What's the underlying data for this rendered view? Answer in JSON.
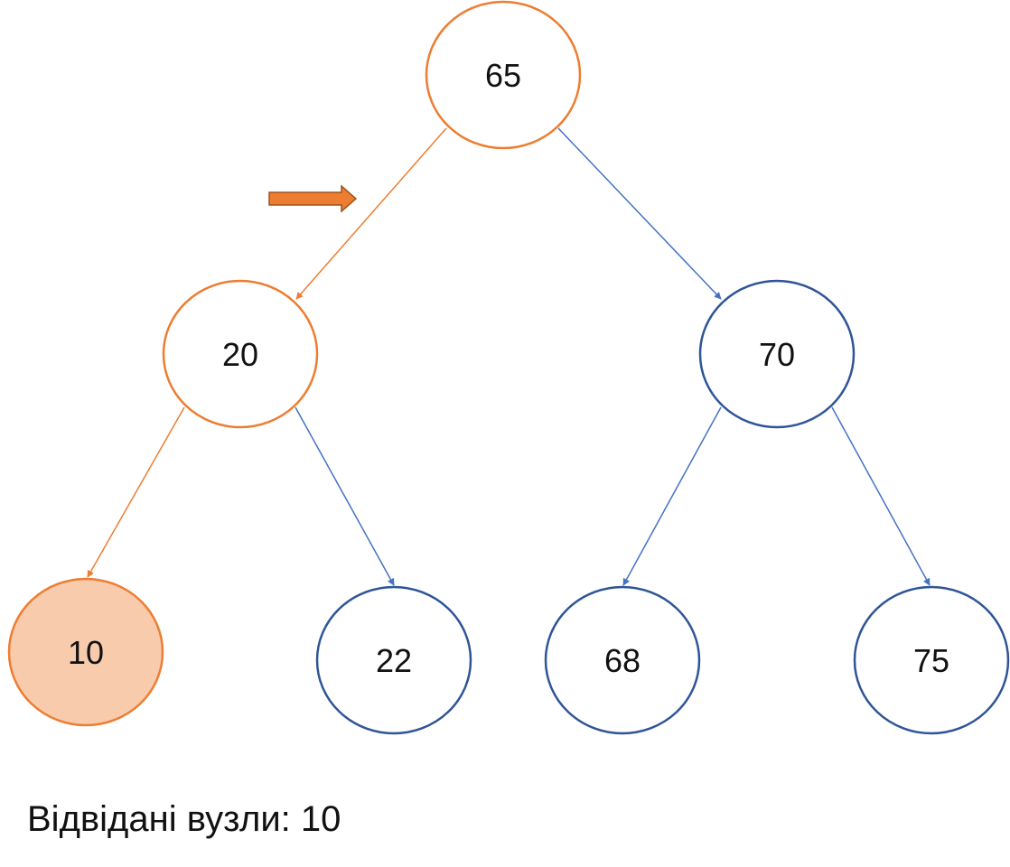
{
  "colors": {
    "accent_orange": "#ED7D31",
    "orange_fill": "#F8CBAD",
    "node_blue": "#2F5597",
    "edge_blue": "#4472C4",
    "arrow_fill": "#ED7D31",
    "arrow_stroke": "#A0521C"
  },
  "tree": {
    "nodes": [
      {
        "id": "n65",
        "label": "65",
        "state": "path"
      },
      {
        "id": "n20",
        "label": "20",
        "state": "path"
      },
      {
        "id": "n70",
        "label": "70",
        "state": "default"
      },
      {
        "id": "n10",
        "label": "10",
        "state": "visited"
      },
      {
        "id": "n22",
        "label": "22",
        "state": "default"
      },
      {
        "id": "n68",
        "label": "68",
        "state": "default"
      },
      {
        "id": "n75",
        "label": "75",
        "state": "default"
      }
    ],
    "edges": [
      {
        "from": "n65",
        "to": "n20",
        "state": "path"
      },
      {
        "from": "n65",
        "to": "n70",
        "state": "default"
      },
      {
        "from": "n20",
        "to": "n10",
        "state": "path"
      },
      {
        "from": "n20",
        "to": "n22",
        "state": "default"
      },
      {
        "from": "n70",
        "to": "n68",
        "state": "default"
      },
      {
        "from": "n70",
        "to": "n75",
        "state": "default"
      }
    ],
    "pointer_icon": "right-arrow-icon"
  },
  "footer": {
    "visited_label": "Відвідані вузли: 10"
  }
}
